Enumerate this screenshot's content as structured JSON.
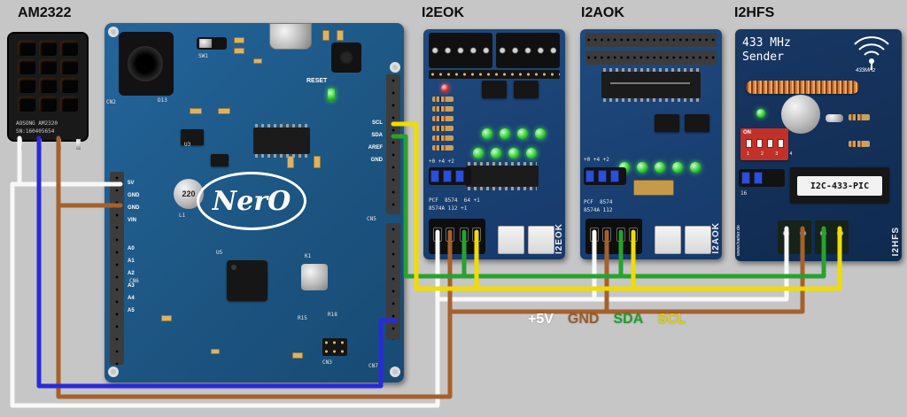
{
  "canvas": {
    "bg": "#c6c6c6"
  },
  "headings": {
    "am2322": "AM2322",
    "i2eok": "I2EOK",
    "i2aok": "I2AOK",
    "i2hfs": "I2HFS"
  },
  "sensor": {
    "brand": "AOSONG AM2320",
    "serial": "SN:160405654"
  },
  "nero": {
    "logo": "NerO",
    "reset_label": "RESET",
    "inductor_label": "220",
    "pins_right": {
      "scl": "SCL",
      "sda": "SDA",
      "aref": "AREF",
      "gnd": "GND"
    },
    "pins_left": {
      "v5": "5V",
      "gnd1": "GND",
      "gnd2": "GND",
      "vin": "VIN",
      "a0": "A0",
      "a1": "A1",
      "a2": "A2",
      "a3": "A3",
      "a4": "A4",
      "a5": "A5"
    },
    "refs": {
      "cn2": "CN2",
      "sw1": "SW1",
      "d13": "D13",
      "u3": "U3",
      "l1": "L1",
      "u5": "U5",
      "k1": "K1",
      "cn5": "CN5",
      "cn6": "CN6",
      "cn3": "CN3",
      "cn7": "CN7",
      "r15": "R15",
      "r18": "R18"
    }
  },
  "i2eok": {
    "vertical_label": "I2EOK",
    "jumper_caption": "+0 +4 +2",
    "silk_line1": "PCF  8574  64 +1",
    "silk_line2": "8574A 112 +1"
  },
  "i2aok": {
    "vertical_label": "I2AOK",
    "jumper_caption": "+0 +4 +2",
    "silk_line1": "PCF  8574",
    "silk_line2": "8574A 112"
  },
  "i2hfs": {
    "title_line1": "433 MHz",
    "title_line2": "Sender",
    "antenna_caption": "433MHz",
    "dip_on": "ON",
    "dip_nums": "1 2 3 4",
    "chip_label": "I2C-433-PIC",
    "jumper_caption": "16",
    "vertical_label": "I2HFS",
    "site_vertical": "www.harter.de"
  },
  "legend": {
    "v5": {
      "label": "+5V",
      "color": "#ffffff"
    },
    "gnd": {
      "label": "GND",
      "color": "#9a5b2a"
    },
    "sda": {
      "label": "SDA",
      "color": "#1f9e28"
    },
    "scl": {
      "label": "SCL",
      "color": "#ddd000"
    }
  },
  "wires": {
    "v5": "#f8f8f8",
    "gnd": "#a5612c",
    "sda": "#28a22e",
    "scl": "#f0dc00",
    "data": "#2a2ad8"
  }
}
